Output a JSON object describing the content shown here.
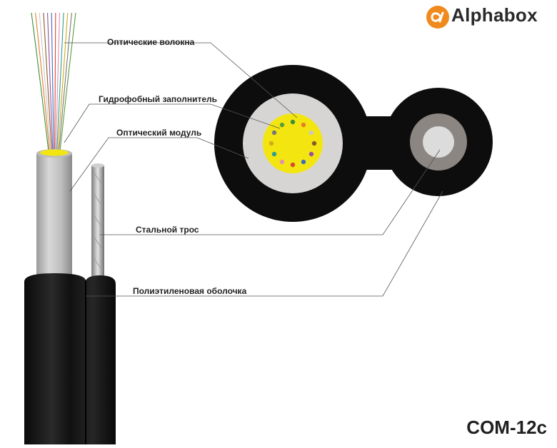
{
  "brand": {
    "name": "Alphabox",
    "logo_glyph": "α",
    "accent_color": "#f08a1c"
  },
  "model": "COM-12c",
  "labels": {
    "fibers": "Оптические волокна",
    "gel": "Гидрофобный заполнитель",
    "module": "Оптический модуль",
    "steel": "Стальной трос",
    "sheath": "Полиэтиленовая оболочка"
  },
  "colors": {
    "sheath": "#0d0d0d",
    "module": "#d7d5d3",
    "gel": "#f3e610",
    "steel_outer": "#8c8682",
    "steel_inner": "#dcdcdc"
  },
  "fiber_colors": [
    "#3d8f3c",
    "#e77c27",
    "#c8c8c8",
    "#8a5a2b",
    "#9b4fa0",
    "#3a6dbf",
    "#d44a35",
    "#e58fb0",
    "#2f9e8f",
    "#d4a91c",
    "#777777",
    "#5c9c3b"
  ]
}
